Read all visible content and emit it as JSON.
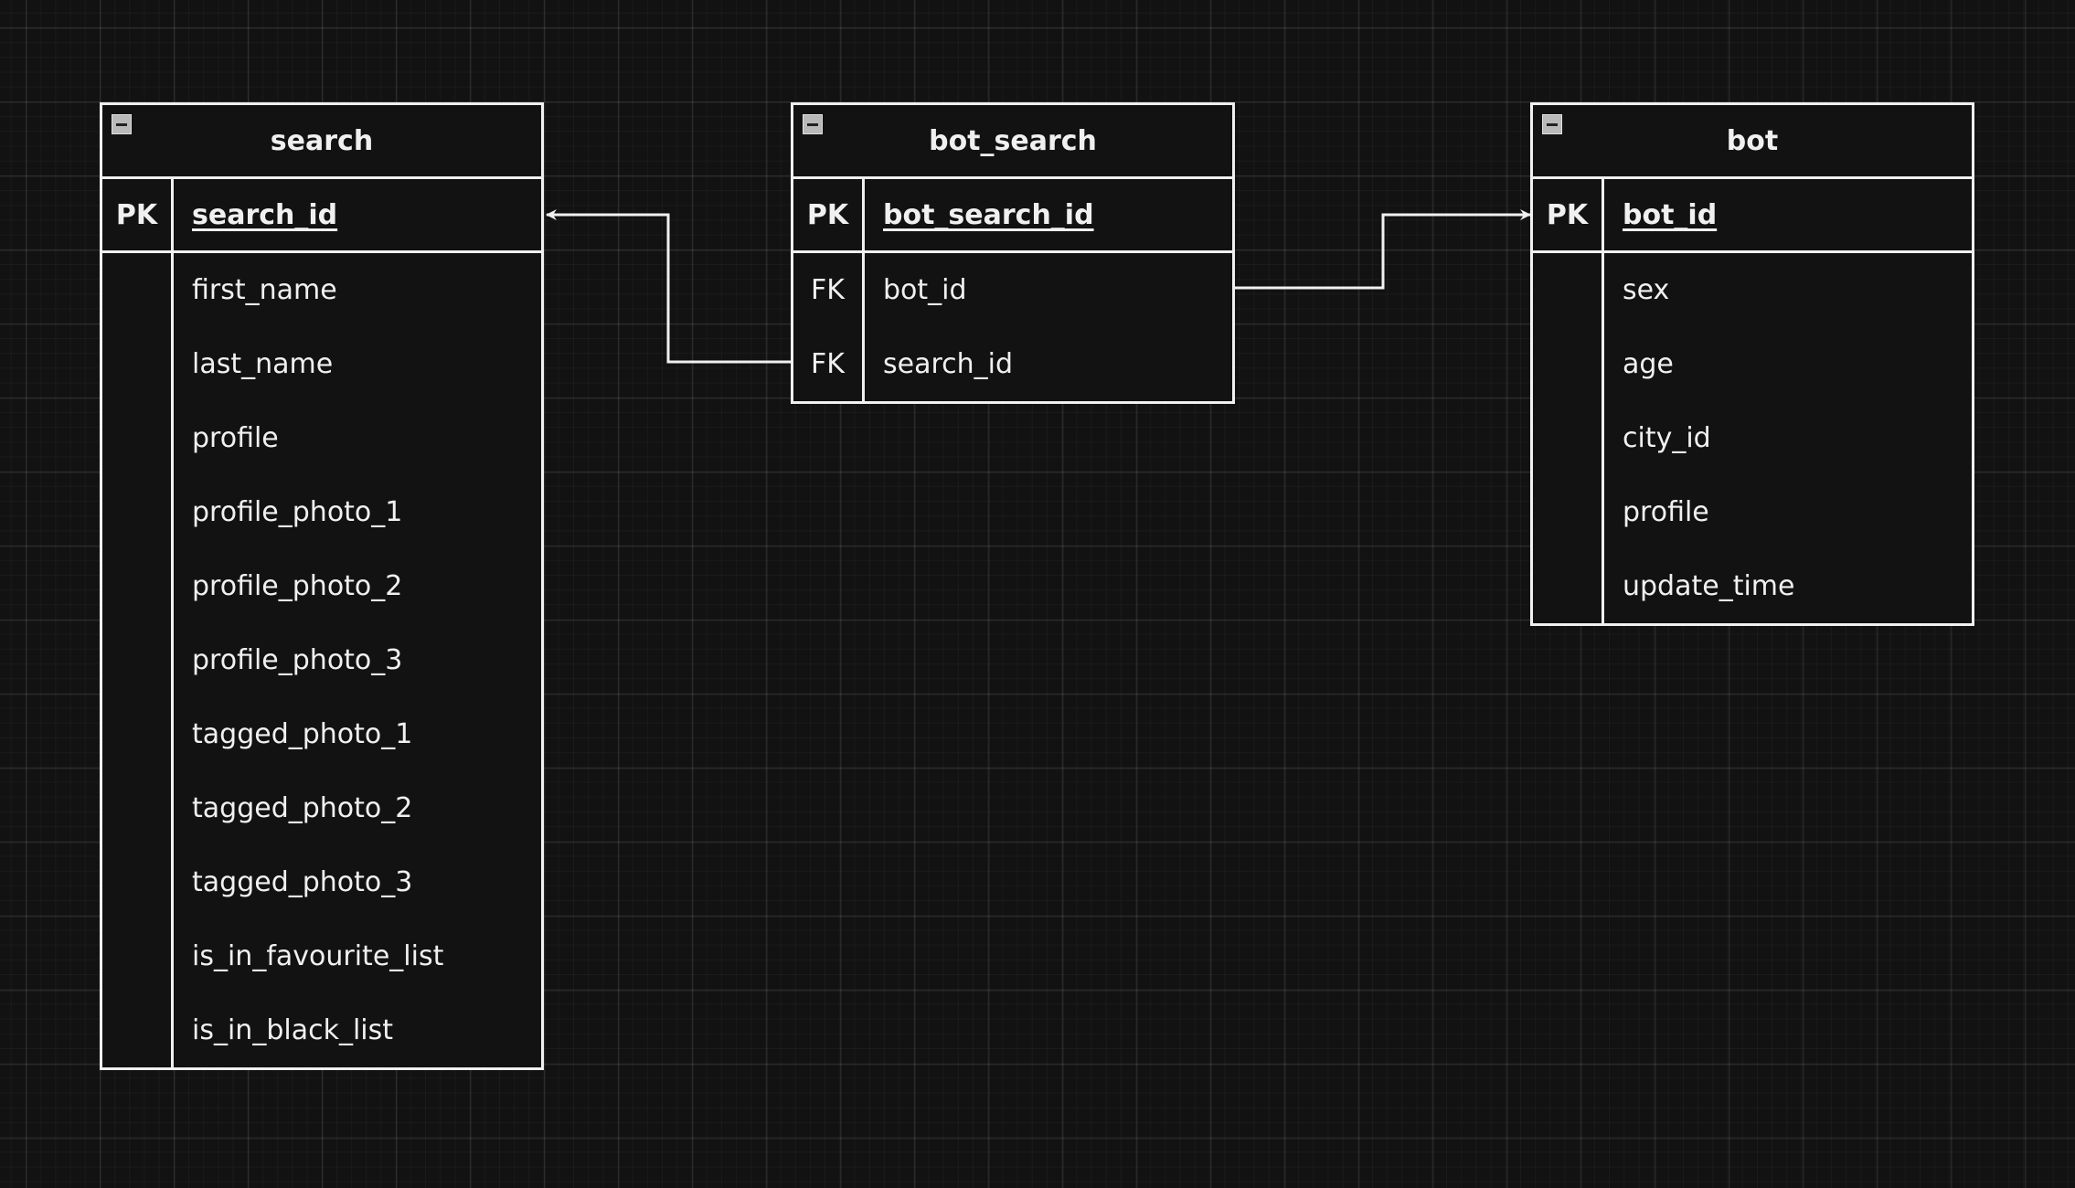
{
  "diagram": {
    "tables": [
      {
        "id": "search",
        "name": "search",
        "primary_key": {
          "key": "PK",
          "column": "search_id"
        },
        "columns": [
          {
            "key": "",
            "name": "first_name"
          },
          {
            "key": "",
            "name": "last_name"
          },
          {
            "key": "",
            "name": "profile"
          },
          {
            "key": "",
            "name": "profile_photo_1"
          },
          {
            "key": "",
            "name": "profile_photo_2"
          },
          {
            "key": "",
            "name": "profile_photo_3"
          },
          {
            "key": "",
            "name": "tagged_photo_1"
          },
          {
            "key": "",
            "name": "tagged_photo_2"
          },
          {
            "key": "",
            "name": "tagged_photo_3"
          },
          {
            "key": "",
            "name": "is_in_favourite_list"
          },
          {
            "key": "",
            "name": "is_in_black_list"
          }
        ]
      },
      {
        "id": "bot_search",
        "name": "bot_search",
        "primary_key": {
          "key": "PK",
          "column": "bot_search_id"
        },
        "columns": [
          {
            "key": "FK",
            "name": "bot_id"
          },
          {
            "key": "FK",
            "name": "search_id"
          }
        ]
      },
      {
        "id": "bot",
        "name": "bot",
        "primary_key": {
          "key": "PK",
          "column": "bot_id"
        },
        "columns": [
          {
            "key": "",
            "name": "sex"
          },
          {
            "key": "",
            "name": "age"
          },
          {
            "key": "",
            "name": "city_id"
          },
          {
            "key": "",
            "name": "profile"
          },
          {
            "key": "",
            "name": "update_time"
          }
        ]
      }
    ],
    "relations": [
      {
        "from_table": "bot_search",
        "from_column": "search_id",
        "to_table": "search",
        "to_column": "search_id"
      },
      {
        "from_table": "bot_search",
        "from_column": "bot_id",
        "to_table": "bot",
        "to_column": "bot_id"
      }
    ],
    "colors": {
      "background": "#121212",
      "line": "#f0f0f0",
      "text": "#f0f0f0"
    },
    "icons": {
      "collapse": "collapse-icon"
    }
  }
}
